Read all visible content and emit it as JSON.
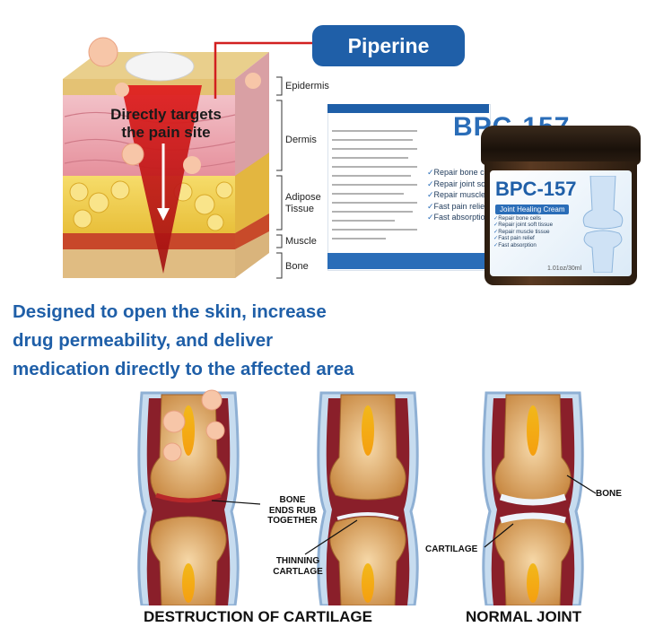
{
  "hero": {
    "pill_label": "Piperine",
    "callout_line1": "Directly targets",
    "callout_line2": "the pain site",
    "layers": [
      "Epidermis",
      "Dermis",
      "Adipose",
      "Tissue",
      "Muscle",
      "Bone"
    ]
  },
  "product": {
    "box_title": "BPC-157",
    "box_benefits": [
      "Repair bone c",
      "Repair joint so",
      "Repair muscle",
      "Fast pain relief",
      "Fast absorption"
    ],
    "jar_title": "BPC-157",
    "jar_subtitle": "Joint Healing Cream",
    "jar_benefits": [
      "Repair bone cells",
      "Repair joint soft tissue",
      "Repair muscle tissue",
      "Fast pain relief",
      "Fast absorption"
    ],
    "jar_size": "1.01oz/30ml"
  },
  "headline": {
    "line1": "Designed to open the skin, increase",
    "line2": "drug permeability, and deliver",
    "line3": "medication directly to the affected area"
  },
  "joints": {
    "annot_bone_rub_1": "BONE",
    "annot_bone_rub_2": "ENDS RUB",
    "annot_bone_rub_3": "TOGETHER",
    "annot_thinning_1": "THINNING",
    "annot_thinning_2": "CARTLAGE",
    "annot_cartilage": "CARTILAGE",
    "annot_bone": "BONE",
    "caption_left": "DESTRUCTION OF CARTILAGE",
    "caption_right": "NORMAL JOINT"
  },
  "colors": {
    "brand_blue": "#1f5fa8",
    "arrow_red": "#d22020"
  }
}
